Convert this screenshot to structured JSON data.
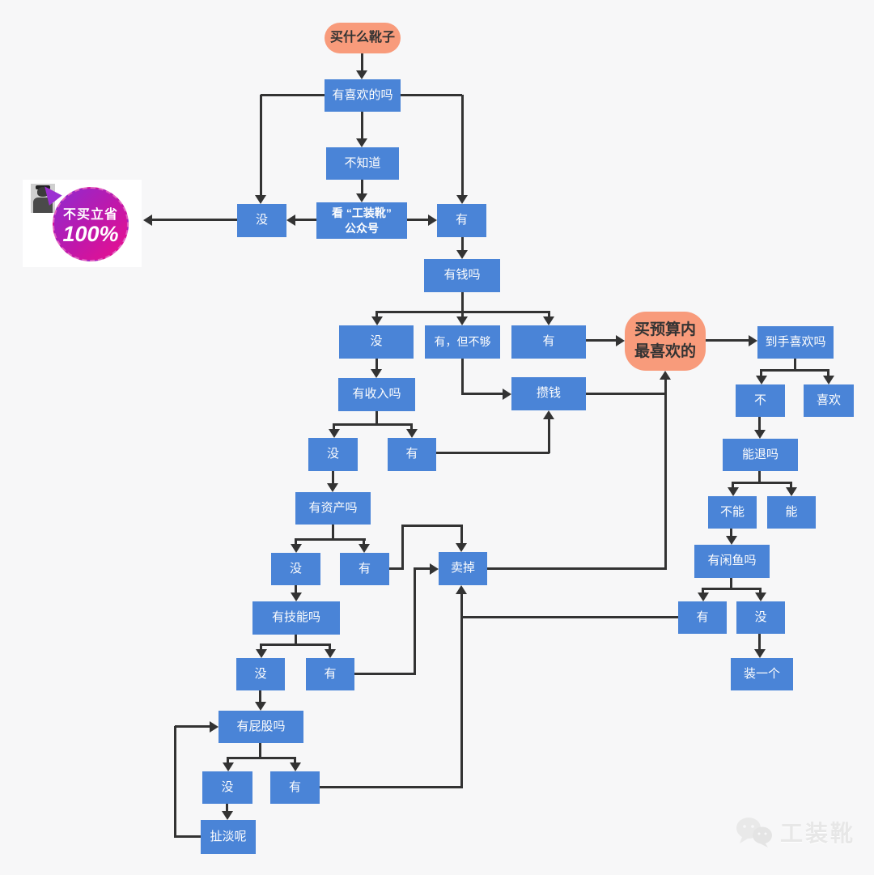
{
  "colors": {
    "background": "#f7f7f8",
    "node_blue": "#4a84d7",
    "node_orange": "#f89b7b",
    "line": "#333333",
    "badge_purple": "#8f2bd0",
    "badge_magenta": "#ec0f8d",
    "watermark_gray": "#e7e7e7"
  },
  "nodes": {
    "start": "买什么靴子",
    "has_favorite_q": "有喜欢的吗",
    "dont_know": "不知道",
    "no_favorite": "没",
    "read_account": "看 “工装靴”\n公众号",
    "has_favorite": "有",
    "has_money_q": "有钱吗",
    "no_money": "没",
    "money_not_enough": "有，但不够",
    "has_money": "有",
    "buy_within_budget": "买预算内\n最喜欢的",
    "arrival_like_q": "到手喜欢吗",
    "not_like": "不",
    "like_it": "喜欢",
    "can_refund_q": "能退吗",
    "cannot_refund": "不能",
    "can_refund": "能",
    "has_xianyu_q": "有闲鱼吗",
    "xianyu_yes": "有",
    "xianyu_no": "没",
    "install_one": "装一个",
    "save_money": "攒钱",
    "has_income_q": "有收入吗",
    "income_no": "没",
    "income_yes": "有",
    "has_assets_q": "有资产吗",
    "assets_no": "没",
    "assets_yes": "有",
    "sell_it": "卖掉",
    "has_skills_q": "有技能吗",
    "skills_no": "没",
    "skills_yes": "有",
    "has_butt_q": "有屁股吗",
    "butt_no": "没",
    "butt_yes": "有",
    "nonsense": "扯淡呢"
  },
  "save_badge": {
    "line1": "不买立省",
    "line2": "100%"
  },
  "watermark": {
    "label": "工装靴"
  }
}
